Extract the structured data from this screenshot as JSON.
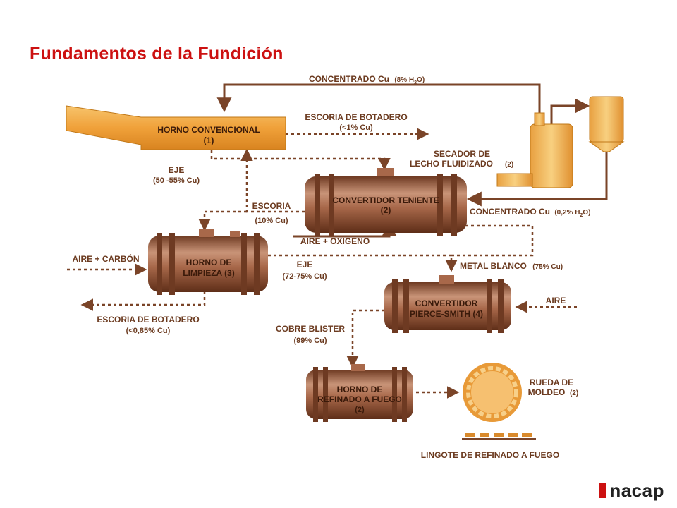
{
  "slide": {
    "title": "Fundamentos de la Fundición"
  },
  "diagram": {
    "concentrado_top": "CONCENTRADO Cu",
    "concentrado_top_water": "(8% H",
    "concentrado_top_water_tail": "O)",
    "horno_convencional": [
      "HORNO CONVENCIONAL",
      "(1)"
    ],
    "escoria_botadero_1": [
      "ESCORIA DE BOTADERO",
      "(<1% Cu)"
    ],
    "secador": [
      "SECADOR DE",
      "LECHO FLUIDIZADO"
    ],
    "secador_num": "(2)",
    "eje_1": [
      "EJE",
      "(50 -55% Cu)"
    ],
    "convertidor_teniente": [
      "CONVERTIDOR TENIENTE",
      "(2)"
    ],
    "concentrado_2": "CONCENTRADO Cu",
    "concentrado_2_water": "(0,2% H",
    "concentrado_2_water_tail": "O)",
    "escoria_2": [
      "ESCORIA",
      "(10% Cu)"
    ],
    "aire_oxigeno": "AIRE + OXIGENO",
    "aire_carbon": "AIRE + CARBÓN",
    "horno_limpieza": [
      "HORNO DE",
      "LIMPIEZA (3)"
    ],
    "eje_2": [
      "EJE",
      "(72-75% Cu)"
    ],
    "metal_blanco": "METAL BLANCO",
    "metal_blanco_pct": "(75% Cu)",
    "convertidor_ps": [
      "CONVERTIDOR",
      "PIERCE-SMITH (4)"
    ],
    "aire": "AIRE",
    "escoria_botadero_2": [
      "ESCORIA DE BOTADERO",
      "(<0,85% Cu)"
    ],
    "cobre_blister": [
      "COBRE BLISTER",
      "(99% Cu)"
    ],
    "horno_refinado": [
      "HORNO DE",
      "REFINADO A FUEGO",
      "(2)"
    ],
    "rueda_moldeo": [
      "RUEDA DE",
      "MOLDEO"
    ],
    "rueda_num": "(2)",
    "lingote": "LINGOTE DE REFINADO A FUEGO"
  },
  "logo": {
    "text": "nacap"
  },
  "colors": {
    "title": "#cc1111",
    "vessel": "#8a5236",
    "vessel_light": "#c08a6a",
    "furnace": "#f0a13a",
    "arrow": "#7a4428"
  }
}
